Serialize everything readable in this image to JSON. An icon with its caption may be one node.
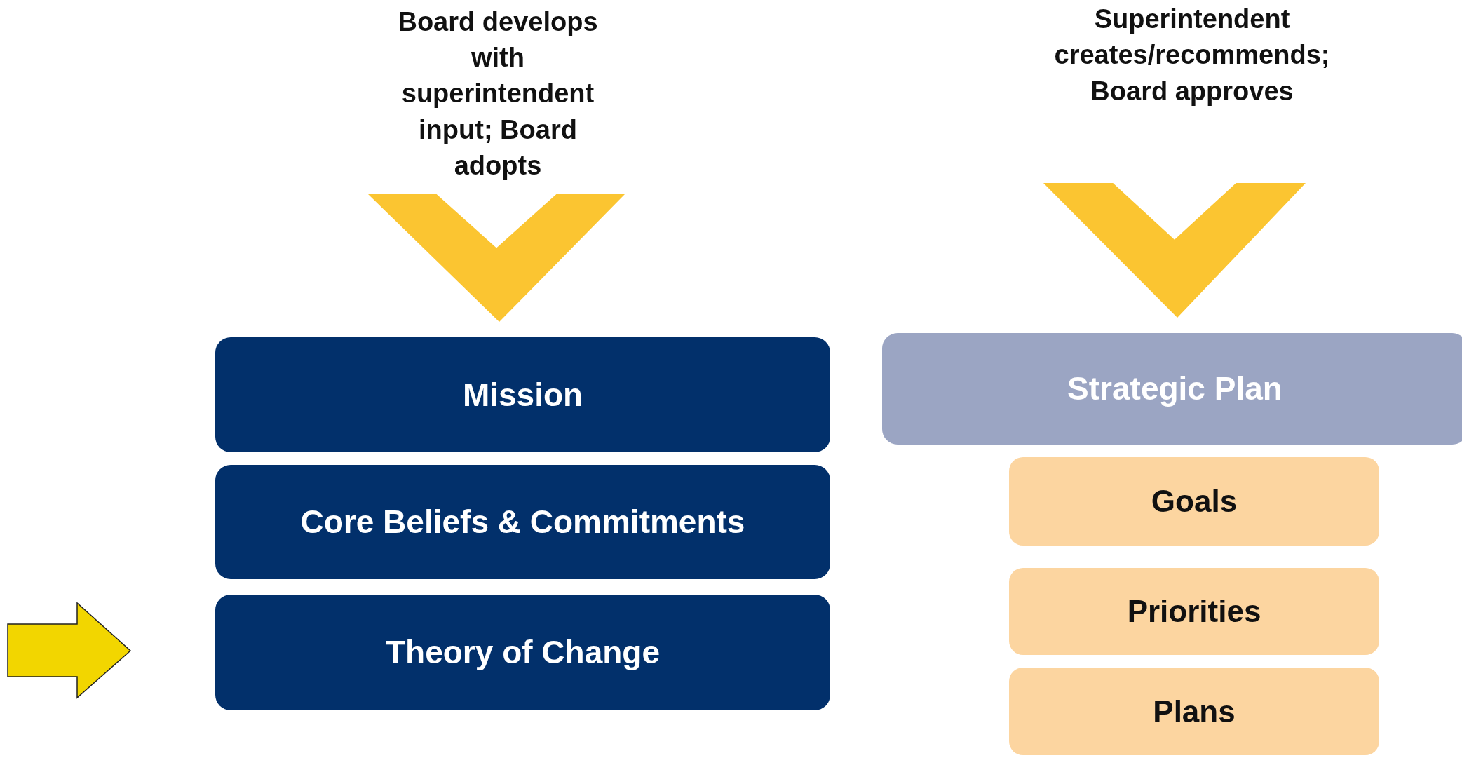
{
  "diagram": {
    "nodes": [
      {
        "text": [
          "Board develops with superintendent input; Board adopts"
        ]
      },
      {
        "text": [
          "Superintendent creates/recommends; Board approves"
        ]
      },
      {
        "text": [
          "Mission"
        ]
      },
      {
        "text": [
          "Core Beliefs & Commitments"
        ]
      },
      {
        "text": [
          "Theory of Change"
        ]
      },
      {
        "text": [
          "Strategic Plan"
        ]
      },
      {
        "text": [
          "Goals"
        ]
      },
      {
        "text": [
          "Priorities"
        ]
      },
      {
        "text": [
          "Plans"
        ]
      }
    ],
    "edges": [
      {
        "from": 0,
        "to": 2,
        "arrow": "to",
        "color": "#fbc531"
      },
      {
        "from": 1,
        "to": 5,
        "arrow": "to",
        "color": "#fbc531"
      }
    ]
  }
}
